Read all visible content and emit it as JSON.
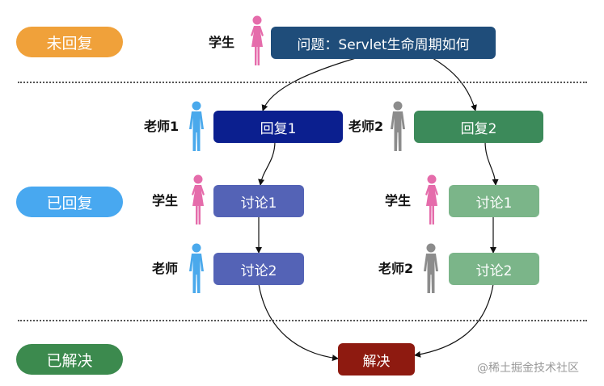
{
  "status": {
    "unreplied": "未回复",
    "replied": "已回复",
    "solved": "已解决"
  },
  "roles": {
    "student": "学生",
    "teacher1": "老师1",
    "teacher2": "老师2",
    "teacher": "老师"
  },
  "nodes": {
    "question": "问题：Servlet生命周期如何",
    "reply1": "回复1",
    "reply2": "回复2",
    "discuss1": "讨论1",
    "discuss2": "讨论2",
    "solved": "解决"
  },
  "watermark": "@稀土掘金技术社区",
  "colors": {
    "unreplied_pill": "#F0A13A",
    "replied_pill": "#48A8F0",
    "solved_pill": "#3C8A4E",
    "question_box": "#1F4D7A",
    "reply1_box": "#0B1F8F",
    "reply2_box": "#3C8A5A",
    "left_discuss_box": "#5463B6",
    "right_discuss_box": "#7BB589",
    "solved_box": "#8E1A10",
    "student_figure": "#E56CAB",
    "teacher1_figure": "#4AA9EC",
    "teacher2_figure": "#8C8C8C"
  }
}
